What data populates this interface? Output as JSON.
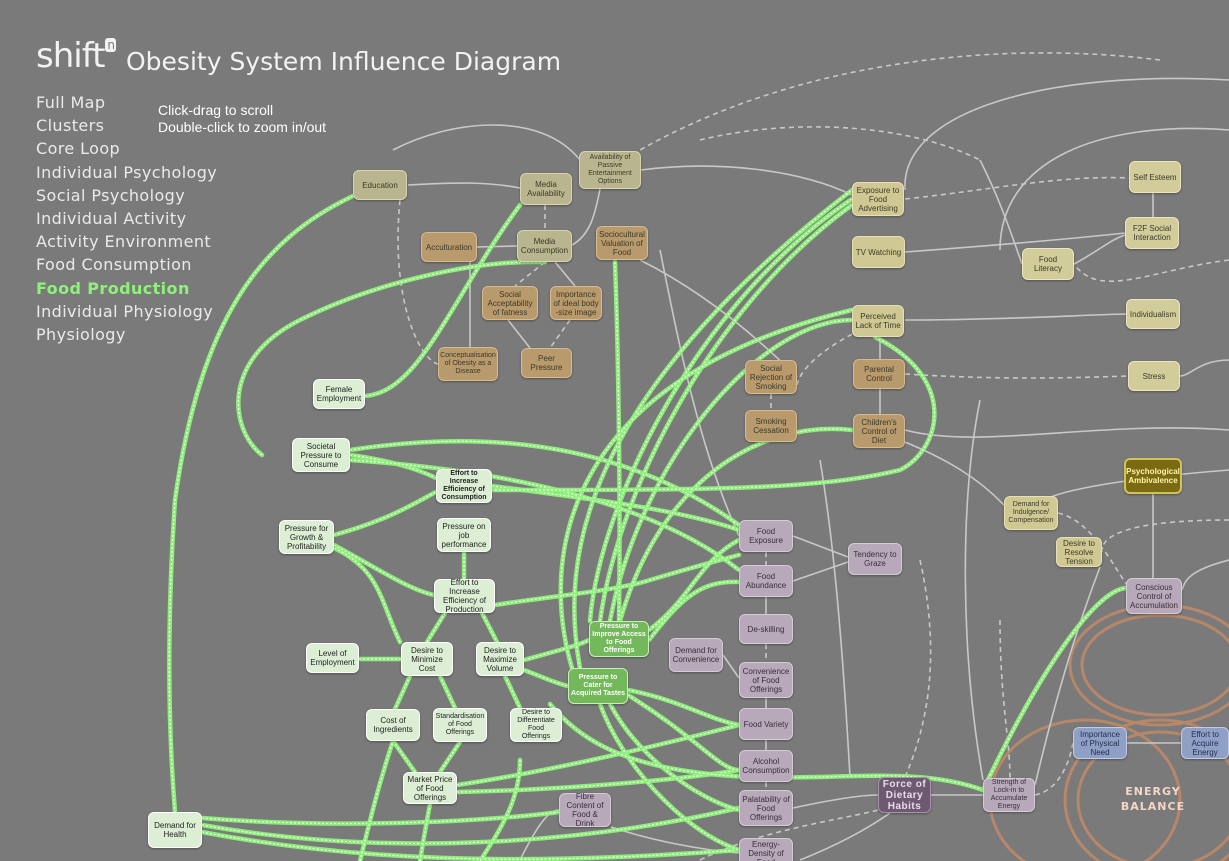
{
  "brand": {
    "name": "shift",
    "mark": "n"
  },
  "title": "Obesity System Influence Diagram",
  "hint": {
    "line1": "Click-drag to scroll",
    "line2": "Double-click to zoom in/out"
  },
  "menu": [
    {
      "label": "Full Map",
      "active": false
    },
    {
      "label": "Clusters",
      "active": false
    },
    {
      "label": "Core Loop",
      "active": false
    },
    {
      "label": "Individual Psychology",
      "active": false
    },
    {
      "label": "Social Psychology",
      "active": false
    },
    {
      "label": "Individual Activity",
      "active": false
    },
    {
      "label": "Activity Environment",
      "active": false
    },
    {
      "label": "Food Consumption",
      "active": false
    },
    {
      "label": "Food Production",
      "active": true
    },
    {
      "label": "Individual Physiology",
      "active": false
    },
    {
      "label": "Physiology",
      "active": false
    }
  ],
  "energy_label": {
    "line1": "ENERGY",
    "line2": "BALANCE"
  },
  "nodes": {
    "education": "Education",
    "media_availability": "Media Availability",
    "passive_ent": "Availability of Passive Entertainment Options",
    "acculturation": "Acculturation",
    "media_consumption": "Media Consumption",
    "sociocultural": "Sociocultural Valuation of Food",
    "social_accept": "Social Acceptability of fatness",
    "ideal_body": "Importance of ideal body -size image",
    "obesity_disease": "Conceptualisation of Obesity as a Disease",
    "peer_pressure": "Peer Pressure",
    "female_employment": "Female Employment",
    "societal_pressure": "Societal Pressure to Consume",
    "effort_consumption": "Effort to Increase Efficiency of Consumption",
    "pressure_growth": "Pressure for Growth & Profitability",
    "pressure_job": "Pressure on job performance",
    "effort_production": "Effort to Increase Efficiency of Production",
    "level_employment": "Level of Employment",
    "minimize_cost": "Desire to Minimize Cost",
    "maximize_volume": "Desire to Maximize Volume",
    "improve_access": "Pressure to Improve Access to Food Offerings",
    "acquired_tastes": "Pressure to Cater for Acquired Tastes",
    "cost_ingredients": "Cost of Ingredients",
    "standardisation": "Standardisation of Food Offerings",
    "differentiate": "Desire to Differentiate Food Offerings",
    "market_price": "Market Price of Food Offerings",
    "demand_health": "Demand for Health",
    "fibre_content": "Fibre Content of Food & Drink",
    "exposure_adv": "Exposure to Food Advertising",
    "tv_watching": "TV Watching",
    "perceived_lack": "Perceived Lack of Time",
    "social_rejection": "Social Rejection of Smoking",
    "parental_control": "Parental Control",
    "smoking_cessation": "Smoking Cessation",
    "childrens_control": "Children's Control of Diet",
    "food_exposure": "Food Exposure",
    "food_abundance": "Food Abundance",
    "tendency_graze": "Tendency to Graze",
    "deskilling": "De-skilling",
    "demand_convenience": "Demand for Convenience",
    "convenience_food": "Convenience of Food Offerings",
    "food_variety": "Food Variety",
    "alcohol": "Alcohol Consumption",
    "palatability": "Palatability of Food Offerings",
    "energy_density": "Energy-Density of Food",
    "force_habits": "Force of Dietary Habits",
    "strength_lockin": "Strength of Lock-in to Accumulate Energy",
    "self_esteem": "Self Esteem",
    "f2f_social": "F2F Social Interaction",
    "food_literacy": "Food Literacy",
    "individualism": "Individualism",
    "stress": "Stress",
    "psych_ambivalence": "Psychological Ambivalence",
    "demand_indulgence": "Demand for Indulgence/ Compensation",
    "desire_resolve": "Desire to Resolve Tension",
    "conscious_control": "Conscious Control of Accumulation",
    "importance_physical": "Importance of Physical Need",
    "effort_acquire": "Effort to Acquire Energy"
  },
  "colors": {
    "background": "#7a7a7a",
    "highlight_edge": "#8ef27a",
    "edge": "#c8c8c8",
    "energy_ring": "#c28a67"
  }
}
